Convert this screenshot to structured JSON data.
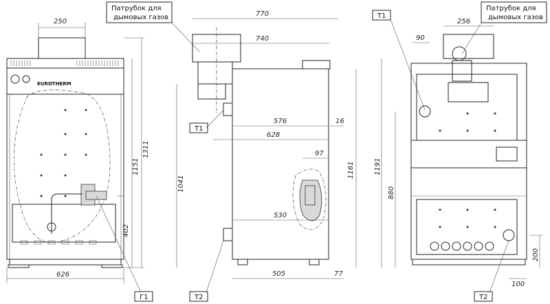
{
  "callouts": {
    "flue_left": [
      "Патрубок для",
      "дымовых газов"
    ],
    "flue_right": [
      "Патрубок для",
      "дымовых газов"
    ],
    "t1_mid": "Т1",
    "t1_right": "Т1",
    "g1": "Г1",
    "t2_mid": "Т2",
    "t2_right": "Т2"
  },
  "front": {
    "logo": "EUROTHERM",
    "dim_top": "250",
    "dim_bottom": "626",
    "dim_height_total": "1311",
    "dim_height_body": "1151",
    "dim_gas": "402"
  },
  "side": {
    "dim_770": "770",
    "dim_740": "740",
    "dim_576": "576",
    "dim_628": "628",
    "dim_16": "16",
    "dim_97": "97",
    "dim_530": "530",
    "dim_1041": "1041",
    "dim_1161": "1161",
    "dim_505": "505",
    "dim_77": "77"
  },
  "rear": {
    "dim_256": "256",
    "dim_90": "90",
    "dim_1191": "1191",
    "dim_880": "880",
    "dim_200": "200",
    "dim_100": "100"
  }
}
